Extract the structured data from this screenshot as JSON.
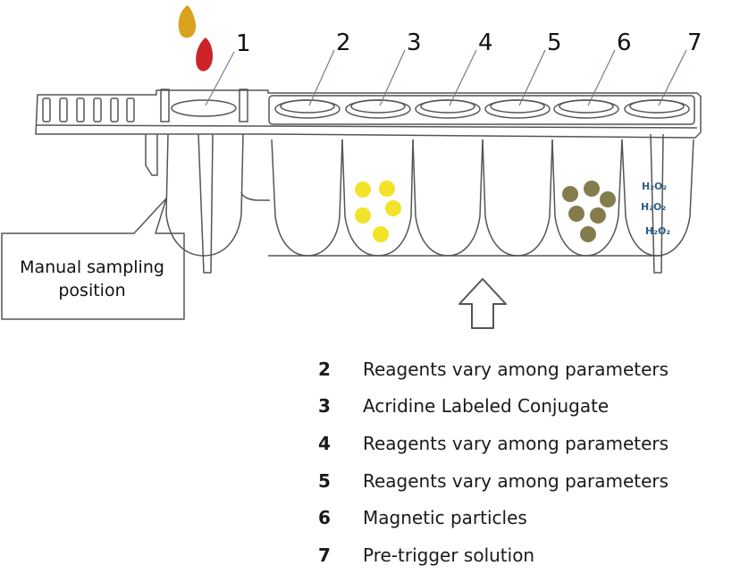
{
  "well_numbers": [
    "1",
    "2",
    "3",
    "4",
    "5",
    "6",
    "7"
  ],
  "callout": {
    "line1": "Manual sampling",
    "line2": "position"
  },
  "h2o2_label": "H₂O₂",
  "legend": [
    {
      "num": "2",
      "text": "Reagents vary among parameters"
    },
    {
      "num": "3",
      "text": "Acridine Labeled Conjugate"
    },
    {
      "num": "4",
      "text": "Reagents vary among parameters"
    },
    {
      "num": "5",
      "text": "Reagents vary among parameters"
    },
    {
      "num": "6",
      "text": "Magnetic particles"
    },
    {
      "num": "7",
      "text": "Pre-trigger solution"
    }
  ],
  "colors": {
    "outline": "#555555",
    "yellow_bead": "#f2e229",
    "magnetic_bead": "#857c4e",
    "drop_orange": "#d9a31c",
    "drop_red": "#cc2229",
    "h2o2_text": "#2f5f86"
  }
}
